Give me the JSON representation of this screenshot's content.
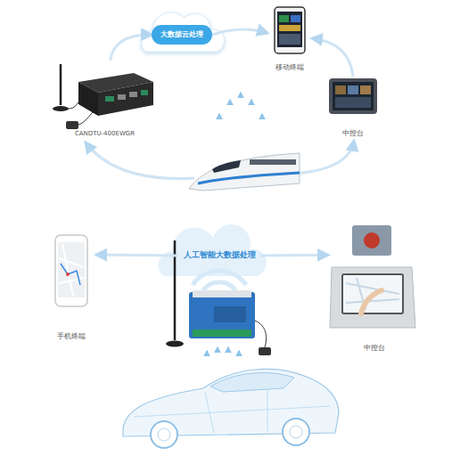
{
  "diagram": {
    "nodes": [
      {
        "text": [
          "大数据云处理"
        ]
      },
      {
        "text": [
          "移动终端"
        ]
      },
      {
        "text": [
          "CANDTU-400EWGR"
        ]
      },
      {
        "text": [
          "中控台"
        ]
      },
      {
        "text": [
          "人工智能大数据处理"
        ]
      },
      {
        "text": [
          "手机终端"
        ]
      },
      {
        "text": [
          "中控台"
        ]
      }
    ],
    "edges": [
      {
        "from": 2,
        "to": 0,
        "arrow": "to"
      },
      {
        "from": 0,
        "to": 1,
        "arrow": "to"
      },
      {
        "from": 3,
        "to": 1,
        "arrow": "to"
      },
      {
        "from": 4,
        "to": 5,
        "arrow": "to"
      },
      {
        "from": 4,
        "to": 6,
        "arrow": "to"
      }
    ]
  }
}
